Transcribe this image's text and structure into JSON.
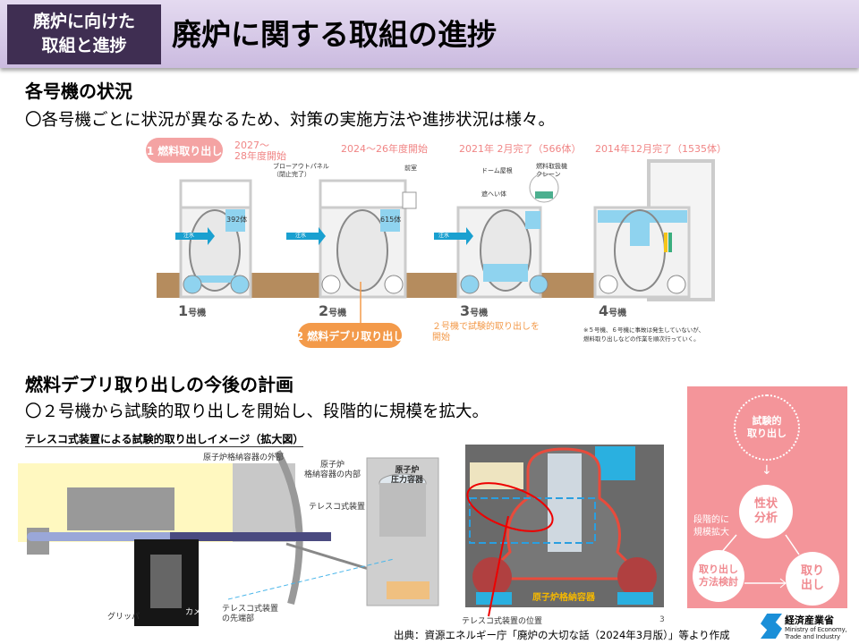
{
  "header": {
    "tag_line1": "廃炉に向けた",
    "tag_line2": "取組と進捗",
    "title": "廃炉に関する取組の進捗"
  },
  "section1": {
    "heading": "各号機の状況",
    "lead": "〇各号機ごとに状況が異なるため、対策の実施方法や進捗状況は様々。",
    "fuel_removal_pill": "1 燃料取り出し",
    "debris_pill": "2 燃料デブリ取り出し",
    "debris_note_line1": "２号機で試験的取り出しを",
    "debris_note_line2": "開始",
    "units": [
      {
        "num": "1",
        "suffix": "号機",
        "status_line1": "2027～",
        "status_line2": "28年度開始",
        "pool": "392体",
        "injection": "注水"
      },
      {
        "num": "2",
        "suffix": "号機",
        "status_line1": "2024～26年度開始",
        "pool": "615体",
        "injection": "注水",
        "label_blowout_1": "ブローアウトパネル",
        "label_blowout_2": "（閉止完了）",
        "label_front": "前室"
      },
      {
        "num": "3",
        "suffix": "号機",
        "status_line1": "2021年 2月完了（566体）",
        "injection": "注水",
        "label_dome": "ドーム屋根",
        "label_crane_1": "燃料取扱機",
        "label_crane_2": "クレーン",
        "label_shield": "遮へい体"
      },
      {
        "num": "4",
        "suffix": "号機",
        "status_line1": "2014年12月完了（1535体）"
      }
    ],
    "footnote_line1": "※５号機、６号機に事故は発生していないが、",
    "footnote_line2": "燃料取り出しなどの作業を順次行っていく。"
  },
  "section2": {
    "heading": "燃料デブリ取り出しの今後の計画",
    "lead": "〇２号機から試験的取り出しを開始し、段階的に規模を拡大。",
    "figure_title": "テレスコ式装置による試験的取り出しイメージ（拡大図）",
    "labels": {
      "pcv_outside": "原子炉格納容器の外部",
      "pcv_inside_1": "原子炉",
      "pcv_inside_2": "格納容器の内部",
      "rpv_1": "原子炉",
      "rpv_2": "圧力容器",
      "telescope": "テレスコ式装置",
      "tip_1": "テレスコ式装置",
      "tip_2": "の先端部",
      "gripper": "グリッパ",
      "camera": "カメラ",
      "pcv": "原子炉格納容器",
      "telescope_position": "テレスコ式装置の位置"
    },
    "cycle": {
      "start_1": "試験的",
      "start_2": "取り出し",
      "analysis_1": "性状",
      "analysis_2": "分析",
      "method_1": "取り出し",
      "method_2": "方法検討",
      "removal_1": "取り",
      "removal_2": "出し",
      "expand_1": "段階的に",
      "expand_2": "規模拡大"
    }
  },
  "footer": {
    "source": "出典：資源エネルギー庁「廃炉の大切な話（2024年3月版）」等より作成",
    "page": "3",
    "logo_text": "経済産業省",
    "logo_sub": "Ministry of Economy, Trade and Industry"
  },
  "colors": {
    "header_dark": "#3f2e52",
    "pink": "#f4959a",
    "orange": "#f39a4a",
    "water": "#8fd3ef",
    "ground": "#b58c5e"
  }
}
